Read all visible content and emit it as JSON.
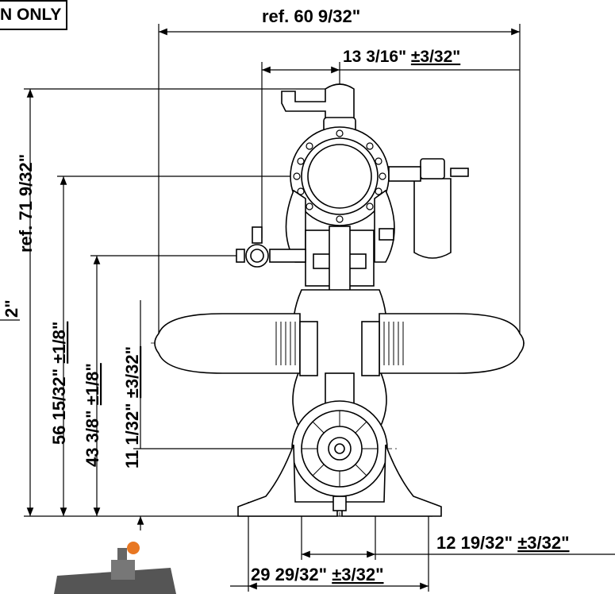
{
  "drawing": {
    "corner_label": "N ONLY",
    "dimensions": {
      "overall_width": "ref. 60 9/32\"",
      "inlet_offset": "13 3/16\"",
      "inlet_offset_tol": "±3/32\"",
      "overall_height": "ref. 71 9/32\"",
      "height_56": "56 15/32\"",
      "height_56_tol": "±1/8\"",
      "height_43": "43 3/8\"",
      "height_43_tol": "±1/8\"",
      "height_11": "11 1/32\"",
      "height_11_tol": "±3/32\"",
      "base_inner": "12 19/32\"",
      "base_inner_tol": "±3/32\"",
      "base_outer": "29 29/32\"",
      "base_outer_tol": "±3/32\"",
      "left_fragment": "2\""
    }
  }
}
